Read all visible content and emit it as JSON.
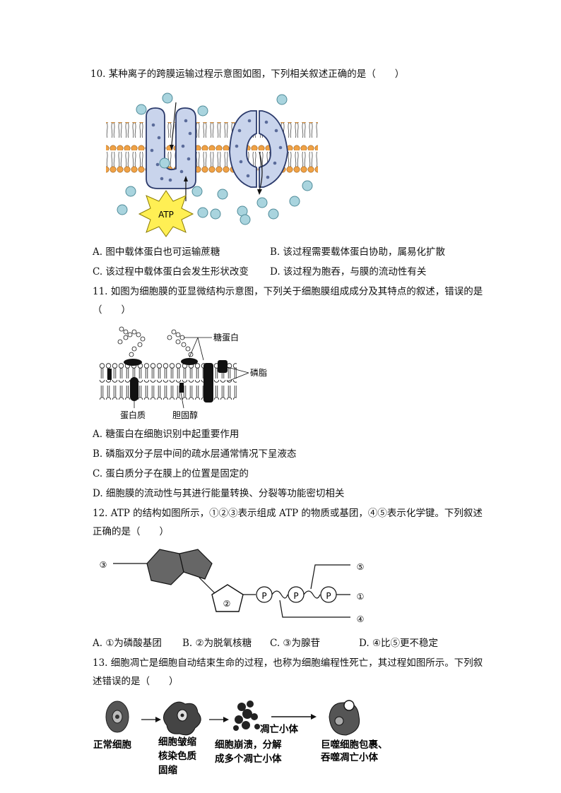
{
  "q10": {
    "stem": "10. 某种离子的跨膜运输过程示意图如图，下列相关叙述正确的是（　　）",
    "atp_label": "ATP",
    "options": {
      "a": "A. 图中载体蛋白也可运输蔗糖",
      "b": "B. 该过程需要载体蛋白协助，属易化扩散",
      "c": "C. 该过程中载体蛋白会发生形状改变",
      "d": "D. 该过程为胞吞，与膜的流动性有关"
    }
  },
  "q11": {
    "stem": "11. 如图为细胞膜的亚显微结构示意图，下列关于细胞膜组成成分及其特点的叙述，错误的是",
    "stem_cont": "（　　）",
    "labels": {
      "glycoprotein": "糖蛋白",
      "phospholipid": "磷脂",
      "protein": "蛋白质",
      "cholesterol": "胆固醇"
    },
    "options": {
      "a": "A. 糖蛋白在细胞识别中起重要作用",
      "b": "B. 磷脂双分子层中间的疏水层通常情况下呈液态",
      "c": "C. 蛋白质分子在膜上的位置是固定的",
      "d": "D. 细胞膜的流动性与其进行能量转换、分裂等功能密切相关"
    }
  },
  "q12": {
    "stem": "12. ATP 的结构如图所示，①②③表示组成 ATP 的物质或基团，④⑤表示化学键。下列叙述",
    "stem_cont": "正确的是（　　）",
    "labels": {
      "c1": "①",
      "c2": "②",
      "c3": "③",
      "c4": "④",
      "c5": "⑤",
      "p": "P"
    },
    "options": {
      "a": "A. ①为磷酸基团",
      "b": "B. ②为脱氧核糖",
      "c": "C. ③为腺苷",
      "d": "D. ④比⑤更不稳定"
    }
  },
  "q13": {
    "stem": "13. 细胞凋亡是细胞自动结束生命的过程，也称为细胞编程性死亡，其过程如图所示。下列叙",
    "stem_cont": "述错误的是（　　）",
    "labels": {
      "normal": "正常细胞",
      "shrink1": "细胞皱缩",
      "shrink2": "核染色质",
      "shrink3": "固缩",
      "body": "凋亡小体",
      "collapse1": "细胞崩溃，分解",
      "collapse2": "成多个凋亡小体",
      "engulf1": "巨噬细胞包裹、",
      "engulf2": "吞噬凋亡小体"
    }
  }
}
